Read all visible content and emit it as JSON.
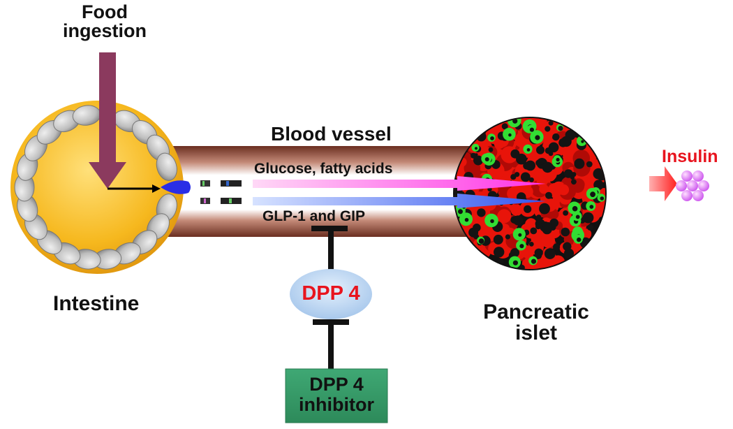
{
  "labels": {
    "food_ingestion_line1": "Food",
    "food_ingestion_line2": "ingestion",
    "blood_vessel": "Blood vessel",
    "glucose": "Glucose, fatty acids",
    "incretins": "GLP-1 and GIP",
    "insulin": "Insulin",
    "intestine": "Intestine",
    "pancreatic_line1": "Pancreatic",
    "pancreatic_line2": "islet",
    "dpp4": "DPP 4",
    "dpp4_inhibitor_line1": "DPP 4",
    "dpp4_inhibitor_line2": "inhibitor"
  },
  "colors": {
    "food_arrow": "#8b3a5e",
    "vessel": "#7a3a2a",
    "intestine_fill": "#f2b21b",
    "intestine_rim": "#e7a23a",
    "villi": "#b8b8b8",
    "glucose_arrow": "#ff66ee",
    "incretin_arrow": "#5577ee",
    "islet_red": "#e8140a",
    "islet_green": "#33dd33",
    "insulin_arrow": "#ff3030",
    "insulin_granules": "#dd77ff",
    "dpp4_fill": "#bcd8f2",
    "dpp4_text": "#e8141e",
    "inhibitor_box": "#3a9a6a",
    "insulin_text": "#e8141e"
  }
}
